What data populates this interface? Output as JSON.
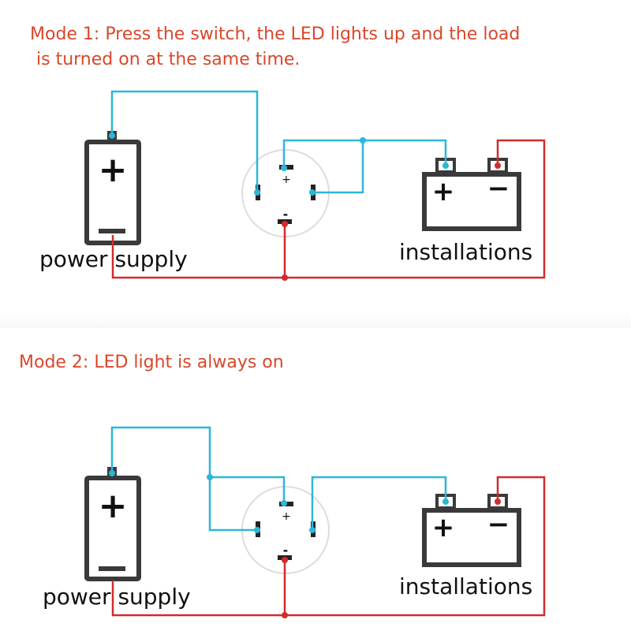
{
  "mode1": {
    "title_line1": "Mode 1: Press the switch, the LED lights up and the load",
    "title_line2": "is turned on at the same time.",
    "power_label": "power supply",
    "load_label": "installations",
    "battery_plus": "+",
    "battery_minus": "−",
    "switch_plus": "+",
    "switch_minus": "-",
    "load_plus": "+",
    "load_minus": "−"
  },
  "mode2": {
    "title": "Mode 2: LED light is always on",
    "power_label": "power supply",
    "load_label": "installations",
    "battery_plus": "+",
    "battery_minus": "−",
    "switch_plus": "+",
    "switch_minus": "-",
    "load_plus": "+",
    "load_minus": "−"
  },
  "colors": {
    "title_text": "#d9472b",
    "positive_wire": "#2bb7d9",
    "negative_wire": "#d42a2a",
    "symbol_stroke": "#3a3a3a"
  }
}
